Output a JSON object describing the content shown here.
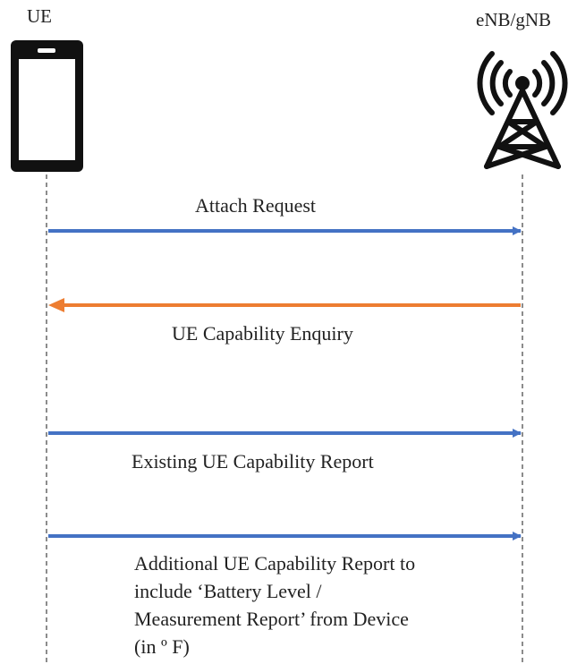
{
  "participants": {
    "ue": {
      "label": "UE",
      "icon": "mobile-phone-icon"
    },
    "enb": {
      "label": "eNB/gNB",
      "icon": "cell-tower-icon"
    }
  },
  "messages": [
    {
      "label": "Attach Request",
      "direction": "ue-to-enb",
      "color": "#4472C4"
    },
    {
      "label": "UE Capability Enquiry",
      "direction": "enb-to-ue",
      "color": "#ED7D31"
    },
    {
      "label": "Existing UE Capability Report",
      "direction": "ue-to-enb",
      "color": "#4472C4"
    },
    {
      "lines": [
        "Additional UE Capability Report to",
        "include ‘Battery Level /",
        "Measurement Report’ from Device",
        "(in º F)"
      ],
      "direction": "ue-to-enb",
      "color": "#4472C4"
    }
  ]
}
